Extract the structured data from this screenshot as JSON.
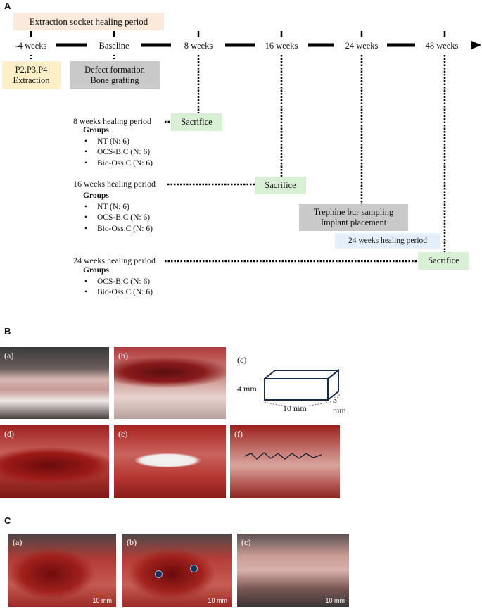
{
  "panel_a": {
    "letter": "A",
    "period_banner": "Extraction socket healing period",
    "timeline_labels": [
      "-4 weeks",
      "Baseline",
      "8 weeks",
      "16 weeks",
      "24 weeks",
      "48 weeks"
    ],
    "extraction_box": [
      "P2,P3,P4",
      "Extraction"
    ],
    "defect_box": [
      "Defect formation",
      "Bone grafting"
    ],
    "sacrifice_label": "Sacrifice",
    "trephine_box": [
      "Trephine bur sampling",
      "Implant placement"
    ],
    "healing_24_box": "24 weeks healing period",
    "groups_heading": "Groups",
    "periods": [
      {
        "label": "8 weeks healing period",
        "groups": [
          "NT (N: 6)",
          "OCS-B.C (N: 6)",
          "Bio-Oss.C (N: 6)"
        ]
      },
      {
        "label": "16 weeks healing period",
        "groups": [
          "NT (N: 6)",
          "OCS-B.C (N: 6)",
          "Bio-Oss.C (N: 6)"
        ]
      },
      {
        "label": "24 weeks healing period",
        "groups": [
          "OCS-B.C (N: 6)",
          "Bio-Oss.C (N: 6)"
        ]
      }
    ]
  },
  "panel_b": {
    "letter": "B",
    "photos": [
      "(a)",
      "(b)",
      "(d)",
      "(e)",
      "(f)"
    ],
    "diagram_label": "(c)",
    "dims": {
      "height": "4 mm",
      "length": "10 mm",
      "depth": "3 mm"
    }
  },
  "panel_c": {
    "letter": "C",
    "photos": [
      "(a)",
      "(b)",
      "(c)"
    ],
    "scale": "10 mm"
  }
}
